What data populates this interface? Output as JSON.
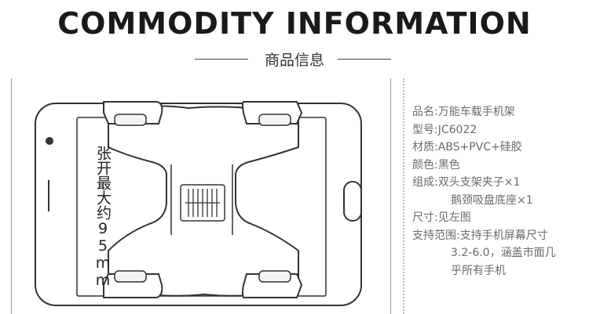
{
  "header": {
    "title": "COMMODITY INFORMATION",
    "subtitle": "商品信息"
  },
  "illustration": {
    "annotation": "张开最大约95mm"
  },
  "specs": {
    "name": {
      "label": "品名:",
      "value": "万能车载手机架"
    },
    "model": {
      "label": "型号:",
      "value": "JC6022"
    },
    "material": {
      "label": "材质:",
      "value": "ABS+PVC+硅胶"
    },
    "color": {
      "label": "颜色:",
      "value": "黑色"
    },
    "composition": {
      "label": "组成:",
      "value": "双头支架夹子×1",
      "value2": "鹅颈吸盘底座×1"
    },
    "size": {
      "label": "尺寸:",
      "value": "见左图"
    },
    "support": {
      "label": "支持范围:",
      "value": "支持手机屏幕尺寸",
      "value2": "3.2-6.0，涵盖市面几",
      "value3": "乎所有手机"
    }
  }
}
